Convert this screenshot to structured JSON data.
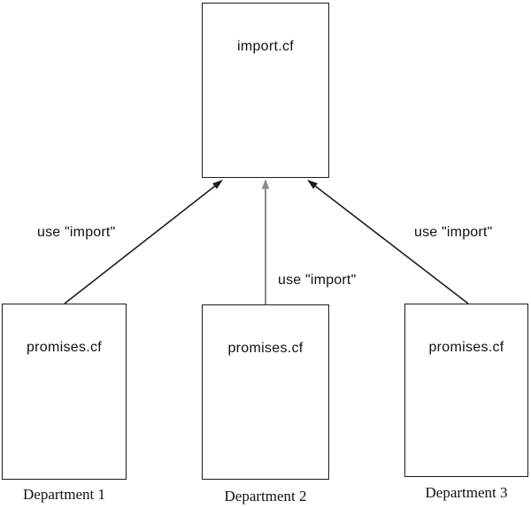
{
  "colors": {
    "line": "#1c1c1c",
    "middle_line": "#8a8a8a",
    "box_border": "#1c1c1c",
    "background": "#ffffff",
    "text": "#111111"
  },
  "top_node": {
    "label": "import.cf"
  },
  "departments": [
    {
      "file_label": "promises.cf",
      "caption": "Department 1",
      "edge_label": "use \"import\""
    },
    {
      "file_label": "promises.cf",
      "caption": "Department 2",
      "edge_label": "use \"import\""
    },
    {
      "file_label": "promises.cf",
      "caption": "Department 3",
      "edge_label": "use \"import\""
    }
  ]
}
